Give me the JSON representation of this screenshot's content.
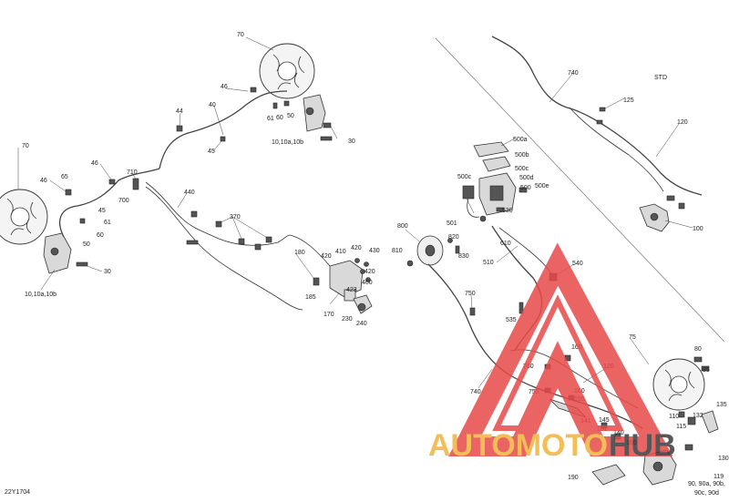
{
  "drawing_code": "22Y1704",
  "std_label": "STD",
  "watermark": {
    "part1": "AUTOMOTO",
    "part2": "HUB",
    "color_orange": "#f2b23a",
    "color_red": "#e84a4a",
    "color_dark": "#3a3a3a"
  },
  "labels": {
    "l70a": "70",
    "l46a": "46",
    "l40a": "40",
    "l44": "44",
    "l45a": "45",
    "l61a": "61",
    "l60a": "60",
    "l50a": "50",
    "l1010a": "10,10a,10b",
    "l30a": "30",
    "l70b": "70",
    "l46b": "46",
    "l65": "65",
    "l46c": "46",
    "l710": "710",
    "l700": "700",
    "l45b": "45",
    "l61b": "61",
    "l60b": "60",
    "l50b": "50",
    "l30b": "30",
    "l1010b": "10,10a,10b",
    "l440": "440",
    "l370": "370",
    "l180": "180",
    "l420a": "420",
    "l410": "410",
    "l420b": "420",
    "l430": "430",
    "l420c": "420",
    "l400": "400",
    "l423": "423",
    "l185": "185",
    "l170": "170",
    "l230": "230",
    "l240": "240",
    "l740a": "740",
    "l125": "125",
    "l120a": "120",
    "l100": "100",
    "l500a": "500a",
    "l500b": "500b",
    "l500c1": "500c",
    "l500d": "500d",
    "l500c2": "500c",
    "l500": "500",
    "l500e": "500e",
    "l530": "530",
    "l501": "501",
    "l800": "800",
    "l820": "820",
    "l810": "810",
    "l830": "830",
    "l610": "610",
    "l510": "510",
    "l540": "540",
    "l750": "750",
    "l535": "535",
    "l75": "75",
    "l80": "80",
    "l85": "85",
    "l160a": "160",
    "l760": "760",
    "l120b": "120",
    "l740b": "740",
    "l755": "755",
    "l160b": "160",
    "l155": "155",
    "l141": "141",
    "l145": "145",
    "l151": "151",
    "l140": "140",
    "l150": "150",
    "l110": "110",
    "l135": "135",
    "l132": "132",
    "l130": "130",
    "l115": "115",
    "l119": "119",
    "l190": "190",
    "l90a": "90, 90a, 90b,",
    "l90b": "90c, 90d"
  }
}
